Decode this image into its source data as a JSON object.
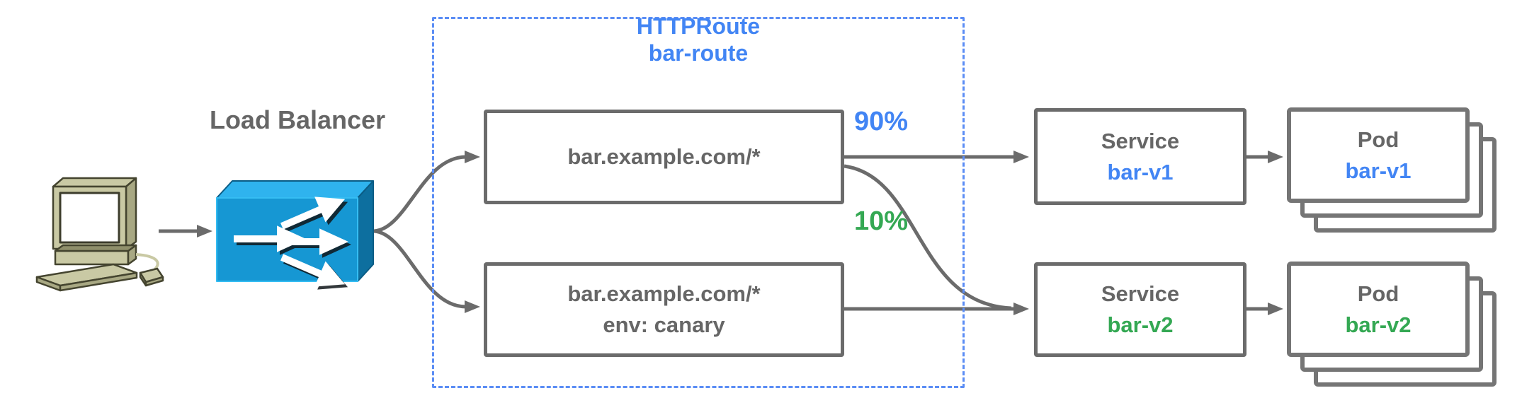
{
  "diagram": {
    "client_icon": "desktop-computer",
    "load_balancer": {
      "label": "Load Balancer",
      "icon": "load-balancer-3d-box"
    },
    "httproute": {
      "kind": "HTTPRoute",
      "name": "bar-route"
    },
    "routes": [
      {
        "match": "bar.example.com/*",
        "weight_label": "90%"
      },
      {
        "match": "bar.example.com/*",
        "header_match": "env: canary",
        "weight_label": "10%"
      }
    ],
    "services": [
      {
        "kind": "Service",
        "name": "bar-v1"
      },
      {
        "kind": "Service",
        "name": "bar-v2"
      }
    ],
    "pods": [
      {
        "kind": "Pod",
        "name": "bar-v1"
      },
      {
        "kind": "Pod",
        "name": "bar-v2"
      }
    ],
    "colors": {
      "accent_blue": "#4285f4",
      "accent_green": "#34a853",
      "dashed_border_blue": "#5b8df5",
      "node_border_gray": "#6b6b6b",
      "text_gray": "#666666",
      "connector_gray": "#6b6b6b",
      "lb_front_blue": "#1697d3",
      "lb_top_blue": "#2fb3ee",
      "lb_side_blue": "#0d6f9f",
      "computer_body": "#c9c9a4"
    }
  }
}
